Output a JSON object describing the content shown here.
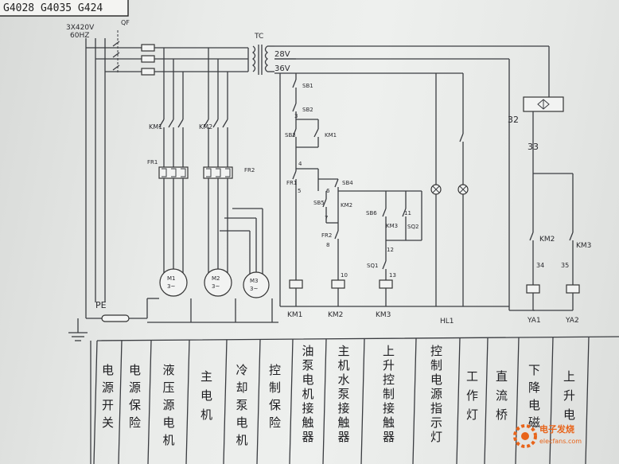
{
  "header": {
    "model_codes": "G4028 G4035 G424"
  },
  "supply": {
    "voltage": "3X420V",
    "frequency": "60HZ",
    "breaker": "QF",
    "transformer": "TC",
    "tap_28": "28V",
    "tap_36": "36V",
    "ground": "PE"
  },
  "power_circuit": {
    "contactor_1": "KM1",
    "contactor_2": "KM2",
    "overload_1": "FR1",
    "overload_2": "FR2",
    "motors": [
      {
        "name": "M1",
        "phase": "3~"
      },
      {
        "name": "M2",
        "phase": "3~"
      },
      {
        "name": "M3",
        "phase": "3~"
      }
    ]
  },
  "control_circuit": {
    "buttons": [
      "SB1",
      "SB2",
      "SB3",
      "SB4",
      "SB5",
      "SB6"
    ],
    "contacts": [
      "KM1",
      "KM2",
      "KM3",
      "KM2",
      "KM3"
    ],
    "overloads": [
      "FR1",
      "FR2"
    ],
    "limit_switches": [
      "SQ1",
      "SQ2"
    ],
    "node_numbers": [
      "3",
      "4",
      "5",
      "6",
      "7",
      "8",
      "10",
      "11",
      "12",
      "13",
      "32",
      "33",
      "34",
      "35"
    ],
    "coils": [
      "KM1",
      "KM2",
      "KM3",
      "HL1",
      "YA1",
      "YA2"
    ]
  },
  "legend_table": {
    "columns": [
      "电源开关",
      "电源保险",
      "液压源电机",
      "主电机",
      "冷却泵电机",
      "控制保险",
      "油泵电机接触器",
      "主机水泵接触器",
      "上升控制接触器",
      "控制电源指示灯",
      "工作灯",
      "直流桥",
      "下降电磁",
      "上升电"
    ]
  },
  "watermark": {
    "brand": "电子发烧",
    "site": "elecfans.com"
  },
  "colors": {
    "ink": "#3a3c40",
    "paper": "#e9ebe9",
    "watermark": "#e8641a"
  }
}
